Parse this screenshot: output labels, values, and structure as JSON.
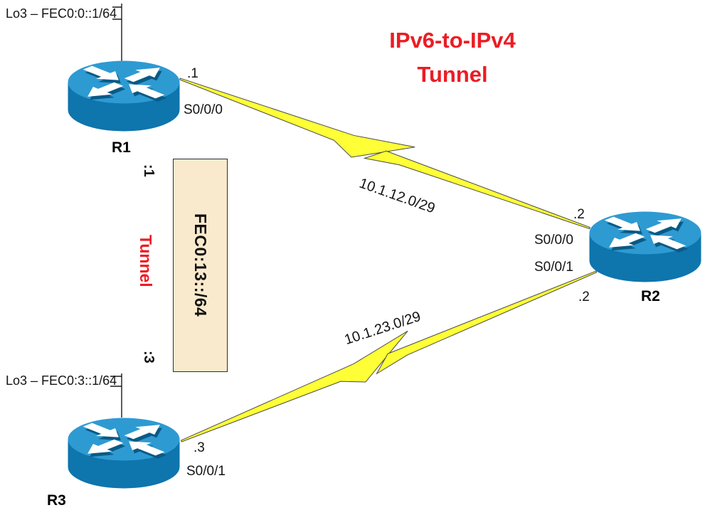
{
  "title": {
    "line1": "IPv6-to-IPv4",
    "line2": "Tunnel"
  },
  "colors": {
    "red": "#ec1c24",
    "router_top": "#2e9ad2",
    "router_body": "#0e75ad",
    "router_shadow": "#0a5a85",
    "bolt": "#ffff37",
    "tunnel_fill": "#faeacd"
  },
  "routers": {
    "r1": {
      "name": "R1",
      "loopback": "Lo3 – FEC0:0::1/64",
      "ip_suffix": ".1",
      "interface": "S0/0/0"
    },
    "r2": {
      "name": "R2",
      "ip_top": ".2",
      "if_top": "S0/0/0",
      "if_bottom": "S0/0/1",
      "ip_bottom": ".2"
    },
    "r3": {
      "name": "R3",
      "loopback": "Lo3 – FEC0:3::1/64",
      "ip_suffix": ".3",
      "interface": "S0/0/1"
    }
  },
  "links": {
    "r1_r2": {
      "subnet": "10.1.12.0/29"
    },
    "r3_r2": {
      "subnet": "10.1.23.0/29"
    }
  },
  "tunnel": {
    "end_top": ":1",
    "label": "Tunnel",
    "network": "FEC0:13::/64",
    "end_bottom": ":3"
  }
}
